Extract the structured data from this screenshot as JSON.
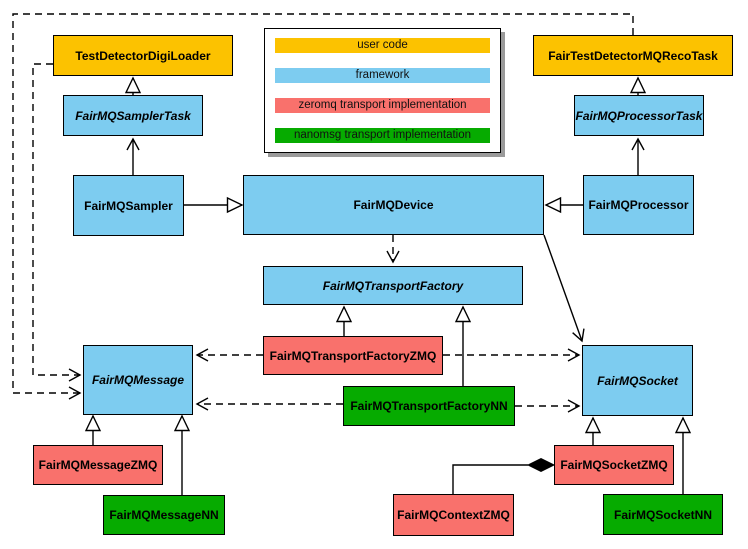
{
  "colors": {
    "user_code": "#FCC200",
    "framework": "#7DCCF0",
    "zeromq": "#F9716C",
    "nanomsg": "#06AB00",
    "border": "#000000",
    "background": "#FFFFFF",
    "legend_shadow": "#9A9A9A"
  },
  "legend": {
    "items": [
      {
        "label": "user code",
        "color": "#FCC200"
      },
      {
        "label": "framework",
        "color": "#7DCCF0"
      },
      {
        "label": "zeromq transport implementation",
        "color": "#F9716C"
      },
      {
        "label": "nanomsg transport implementation",
        "color": "#06AB00"
      }
    ]
  },
  "nodes": {
    "test_detector_digi_loader": {
      "label": "TestDetectorDigiLoader",
      "category": "user code"
    },
    "fair_test_detector_mq_reco_task": {
      "label": "FairTestDetectorMQRecoTask",
      "category": "user code"
    },
    "fairmq_sampler_task": {
      "label": "FairMQSamplerTask",
      "category": "framework",
      "abstract": true
    },
    "fairmq_processor_task": {
      "label": "FairMQProcessorTask",
      "category": "framework",
      "abstract": true
    },
    "fairmq_sampler": {
      "label": "FairMQSampler",
      "category": "framework"
    },
    "fairmq_device": {
      "label": "FairMQDevice",
      "category": "framework"
    },
    "fairmq_processor": {
      "label": "FairMQProcessor",
      "category": "framework"
    },
    "fairmq_transport_factory": {
      "label": "FairMQTransportFactory",
      "category": "framework",
      "abstract": true
    },
    "fairmq_transport_factory_zmq": {
      "label": "FairMQTransportFactoryZMQ",
      "category": "zeromq transport implementation"
    },
    "fairmq_transport_factory_nn": {
      "label": "FairMQTransportFactoryNN",
      "category": "nanomsg transport implementation"
    },
    "fairmq_message": {
      "label": "FairMQMessage",
      "category": "framework",
      "abstract": true
    },
    "fairmq_socket": {
      "label": "FairMQSocket",
      "category": "framework",
      "abstract": true
    },
    "fairmq_message_zmq": {
      "label": "FairMQMessageZMQ",
      "category": "zeromq transport implementation"
    },
    "fairmq_message_nn": {
      "label": "FairMQMessageNN",
      "category": "nanomsg transport implementation"
    },
    "fairmq_socket_zmq": {
      "label": "FairMQSocketZMQ",
      "category": "zeromq transport implementation"
    },
    "fairmq_socket_nn": {
      "label": "FairMQSocketNN",
      "category": "nanomsg transport implementation"
    },
    "fairmq_context_zmq": {
      "label": "FairMQContextZMQ",
      "category": "zeromq transport implementation"
    }
  }
}
